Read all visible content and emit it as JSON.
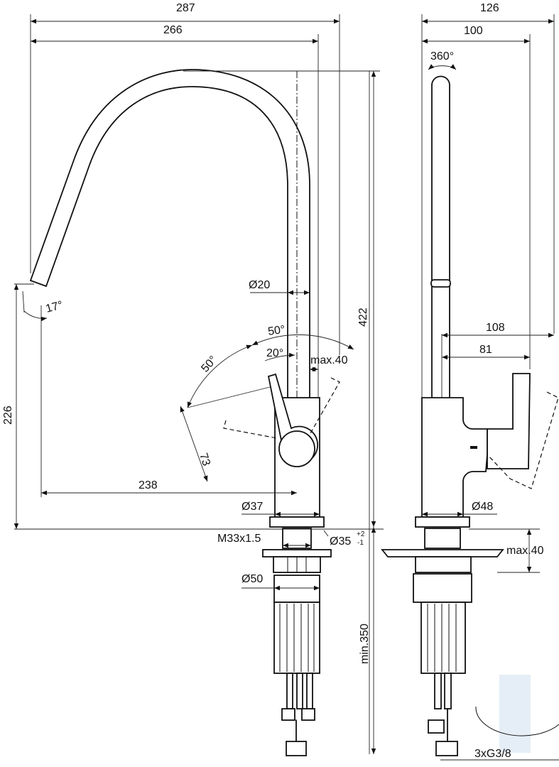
{
  "dimensions": {
    "d287": "287",
    "d266": "266",
    "d422": "422",
    "d226": "226",
    "d238": "238",
    "d73": "73",
    "d20_dia": "Ø20",
    "d37_dia": "Ø37",
    "d50_dia": "Ø50",
    "d35_dia": "Ø35",
    "d35_tol_plus": "+2",
    "d35_tol_minus": "-1",
    "thread": "M33x1.5",
    "min350": "min.350",
    "max40_top": "max.40",
    "max40_side": "max.40",
    "d126": "126",
    "d100": "100",
    "d108": "108",
    "d81": "81",
    "d48_dia": "Ø48",
    "hoses": "3xG3/8"
  },
  "angles": {
    "spout_tilt": "17°",
    "lever_left": "50°",
    "lever_right": "50°",
    "lever_top": "20°",
    "swivel": "360°"
  }
}
